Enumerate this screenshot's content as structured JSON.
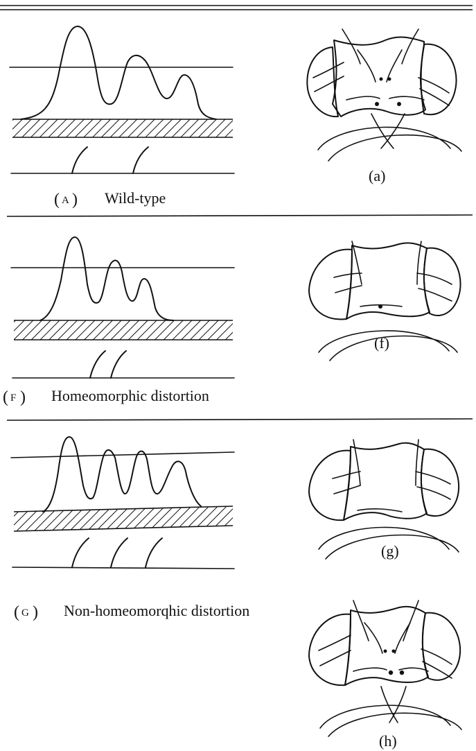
{
  "panels": [
    {
      "key": "A",
      "letter": "A",
      "caption": "Wild-type",
      "head_label": "(a)",
      "peaks": 3,
      "bristles": 2
    },
    {
      "key": "F",
      "letter": "F",
      "caption": "Homeomorphic distortion",
      "head_label": "(f)",
      "peaks": 3,
      "bristles": 2
    },
    {
      "key": "G",
      "letter": "G",
      "caption": "Non-homeomorqhic distortion",
      "head_label": "(g)",
      "peaks": 4,
      "bristles": 3
    }
  ],
  "extra_head": {
    "head_label": "(h)"
  }
}
